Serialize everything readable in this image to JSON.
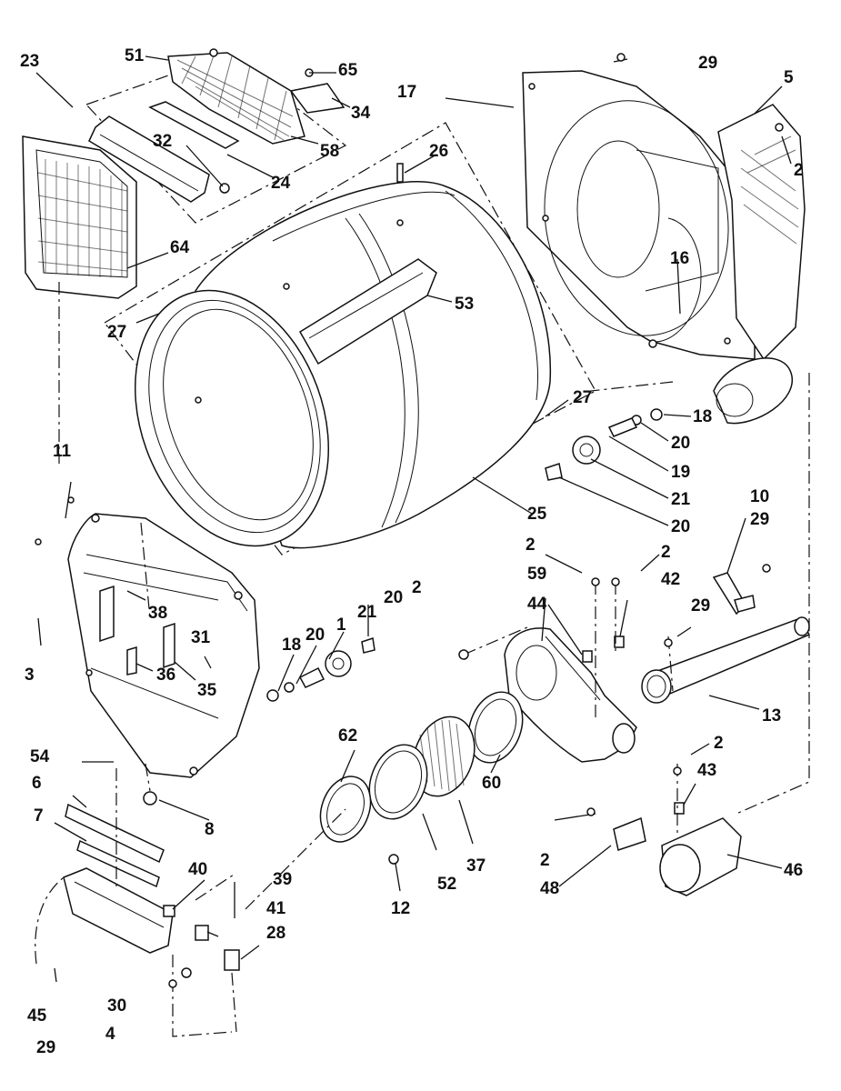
{
  "callouts": [
    {
      "id": "c51",
      "text": "51"
    },
    {
      "id": "c65",
      "text": "65"
    },
    {
      "id": "c29a",
      "text": "29"
    },
    {
      "id": "c23",
      "text": "23"
    },
    {
      "id": "c17",
      "text": "17"
    },
    {
      "id": "c5",
      "text": "5"
    },
    {
      "id": "c34",
      "text": "34"
    },
    {
      "id": "c32",
      "text": "32"
    },
    {
      "id": "c58",
      "text": "58"
    },
    {
      "id": "c26",
      "text": "26"
    },
    {
      "id": "c2a",
      "text": "2"
    },
    {
      "id": "c24",
      "text": "24"
    },
    {
      "id": "c64",
      "text": "64"
    },
    {
      "id": "c16",
      "text": "16"
    },
    {
      "id": "c53",
      "text": "53"
    },
    {
      "id": "c27a",
      "text": "27"
    },
    {
      "id": "c27b",
      "text": "27"
    },
    {
      "id": "c18a",
      "text": "18"
    },
    {
      "id": "c20a",
      "text": "20"
    },
    {
      "id": "c19",
      "text": "19"
    },
    {
      "id": "c11",
      "text": "11"
    },
    {
      "id": "c21a",
      "text": "21"
    },
    {
      "id": "c25",
      "text": "25"
    },
    {
      "id": "c20b",
      "text": "20"
    },
    {
      "id": "c10",
      "text": "10"
    },
    {
      "id": "c29b",
      "text": "29"
    },
    {
      "id": "c2b",
      "text": "2"
    },
    {
      "id": "c2c",
      "text": "2"
    },
    {
      "id": "c59",
      "text": "59"
    },
    {
      "id": "c2d",
      "text": "2"
    },
    {
      "id": "c20c",
      "text": "20"
    },
    {
      "id": "c44",
      "text": "44"
    },
    {
      "id": "c42",
      "text": "42"
    },
    {
      "id": "c38",
      "text": "38"
    },
    {
      "id": "c1",
      "text": "1"
    },
    {
      "id": "c21b",
      "text": "21"
    },
    {
      "id": "c29c",
      "text": "29"
    },
    {
      "id": "c18b",
      "text": "18"
    },
    {
      "id": "c20d",
      "text": "20"
    },
    {
      "id": "c31",
      "text": "31"
    },
    {
      "id": "c3",
      "text": "3"
    },
    {
      "id": "c36",
      "text": "36"
    },
    {
      "id": "c35",
      "text": "35"
    },
    {
      "id": "c13",
      "text": "13"
    },
    {
      "id": "c62",
      "text": "62"
    },
    {
      "id": "c54",
      "text": "54"
    },
    {
      "id": "c2e",
      "text": "2"
    },
    {
      "id": "c6",
      "text": "6"
    },
    {
      "id": "c43",
      "text": "43"
    },
    {
      "id": "c60",
      "text": "60"
    },
    {
      "id": "c8",
      "text": "8"
    },
    {
      "id": "c7",
      "text": "7"
    },
    {
      "id": "c2f",
      "text": "2"
    },
    {
      "id": "c37",
      "text": "37"
    },
    {
      "id": "c52",
      "text": "52"
    },
    {
      "id": "c40",
      "text": "40"
    },
    {
      "id": "c39",
      "text": "39"
    },
    {
      "id": "c46",
      "text": "46"
    },
    {
      "id": "c48",
      "text": "48"
    },
    {
      "id": "c41",
      "text": "41"
    },
    {
      "id": "c12",
      "text": "12"
    },
    {
      "id": "c28",
      "text": "28"
    },
    {
      "id": "c45",
      "text": "45"
    },
    {
      "id": "c30",
      "text": "30"
    },
    {
      "id": "c4",
      "text": "4"
    },
    {
      "id": "c29d",
      "text": "29"
    }
  ]
}
